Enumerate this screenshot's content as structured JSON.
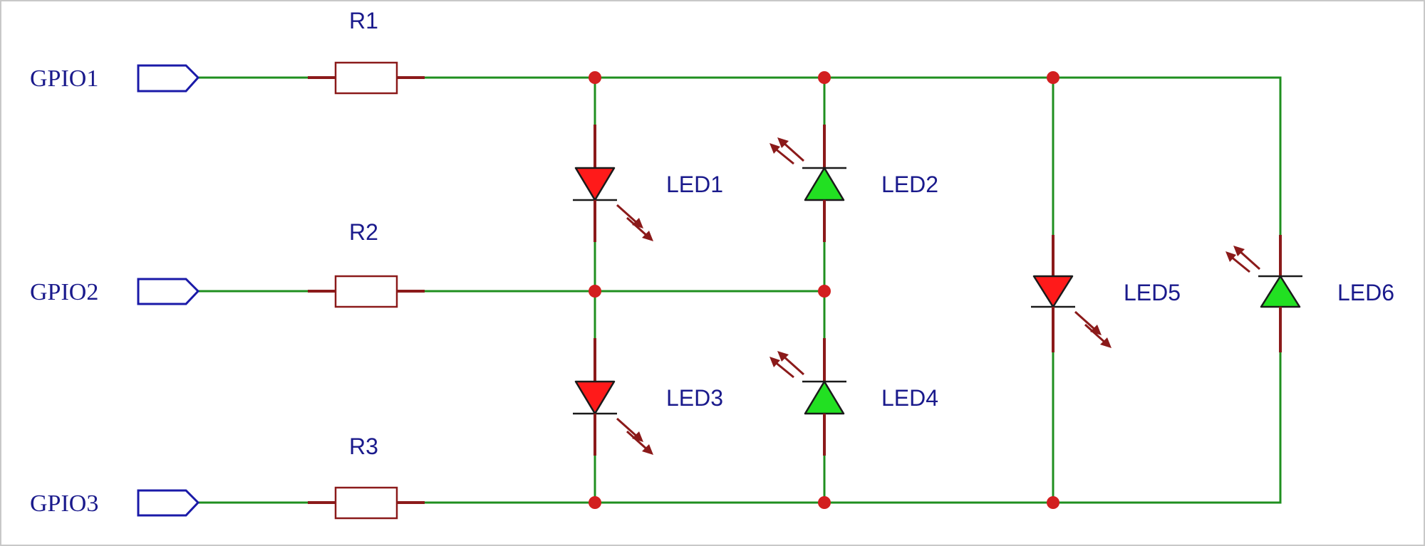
{
  "diagram": {
    "type": "charlieplexing-led-schematic",
    "colors": {
      "wire": "#1f8f1f",
      "lead": "#8b1a1a",
      "junction": "#d21f1f",
      "led_red": "#ff1a1a",
      "led_green": "#22e022",
      "port": "#1a1aa8",
      "text": "#1a1a8c"
    },
    "ports": [
      {
        "label": "GPIO1"
      },
      {
        "label": "GPIO2"
      },
      {
        "label": "GPIO3"
      }
    ],
    "resistors": [
      {
        "label": "R1"
      },
      {
        "label": "R2"
      },
      {
        "label": "R3"
      }
    ],
    "leds": [
      {
        "label": "LED1",
        "color": "red",
        "direction": "down"
      },
      {
        "label": "LED2",
        "color": "green",
        "direction": "up"
      },
      {
        "label": "LED3",
        "color": "red",
        "direction": "down"
      },
      {
        "label": "LED4",
        "color": "green",
        "direction": "up"
      },
      {
        "label": "LED5",
        "color": "red",
        "direction": "down"
      },
      {
        "label": "LED6",
        "color": "green",
        "direction": "up"
      }
    ]
  }
}
